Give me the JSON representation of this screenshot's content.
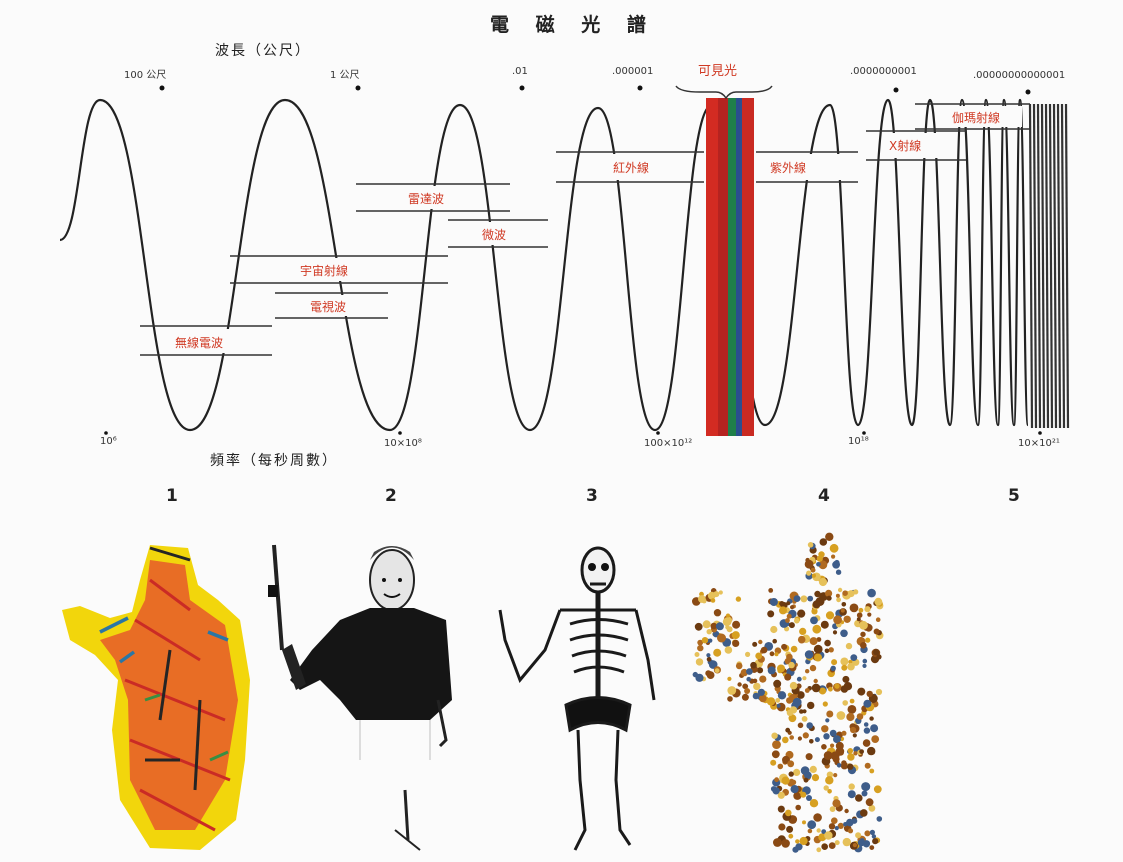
{
  "title": "電 磁 光 譜",
  "wavelength_label": "波長（公尺）",
  "frequency_label": "頻率（每秒周數）",
  "wavelength_ticks": [
    "100 公尺",
    "1 公尺",
    ".01",
    ".000001",
    ".0000000001",
    ".00000000000001"
  ],
  "frequency_ticks": [
    "10⁶",
    "10×10⁸",
    "100×10¹²",
    "10¹⁸",
    "10×10²¹"
  ],
  "visible_label": "可見光",
  "bands": {
    "radio": "無線電波",
    "cosmic": "宇宙射線",
    "tv": "電視波",
    "radar": "雷達波",
    "micro": "微波",
    "infrared": "紅外線",
    "uv": "紫外線",
    "xray": "X射線",
    "gamma": "伽瑪射線"
  },
  "panel_numbers": [
    "1",
    "2",
    "3",
    "4",
    "5"
  ],
  "visible_stripe_colors": [
    "#d32b22",
    "#b52320",
    "#1f7f4a",
    "#2a4e8f",
    "#c92a22"
  ]
}
